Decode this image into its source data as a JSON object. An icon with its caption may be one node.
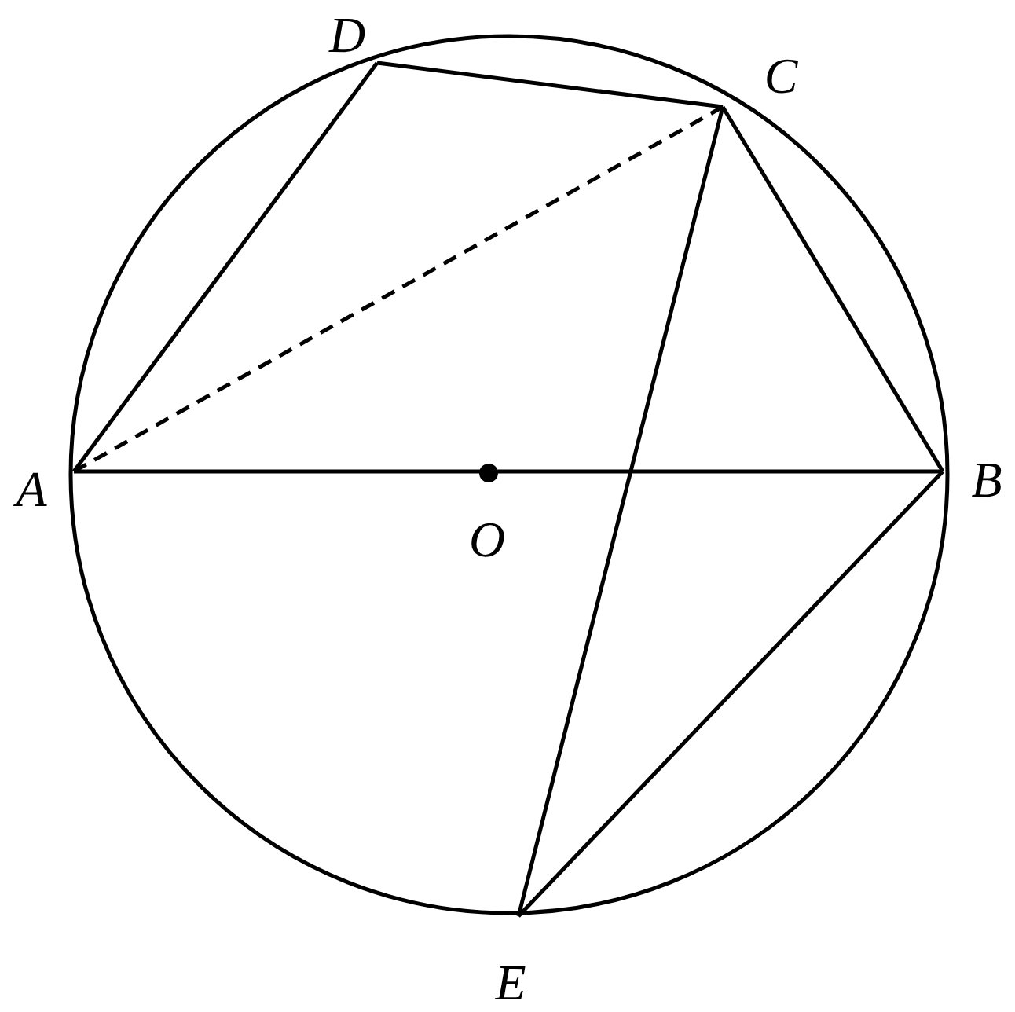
{
  "diagram": {
    "nodes": [
      {
        "text": [
          "D"
        ]
      },
      {
        "text": [
          "C"
        ]
      },
      {
        "text": [
          "A"
        ]
      },
      {
        "text": [
          "B"
        ]
      },
      {
        "text": [
          "E"
        ]
      }
    ],
    "edges": [
      {
        "from": 2,
        "to": 0,
        "arrow": "none"
      },
      {
        "from": 0,
        "to": 1,
        "arrow": "none"
      },
      {
        "from": 1,
        "to": 3,
        "arrow": "none"
      },
      {
        "from": 2,
        "to": 3,
        "arrow": "none"
      },
      {
        "from": 2,
        "to": 1,
        "arrow": "none",
        "style": "dashed"
      },
      {
        "from": 1,
        "to": 4,
        "arrow": "none"
      },
      {
        "from": 4,
        "to": 3,
        "arrow": "none"
      }
    ],
    "labels": [
      "O"
    ]
  }
}
